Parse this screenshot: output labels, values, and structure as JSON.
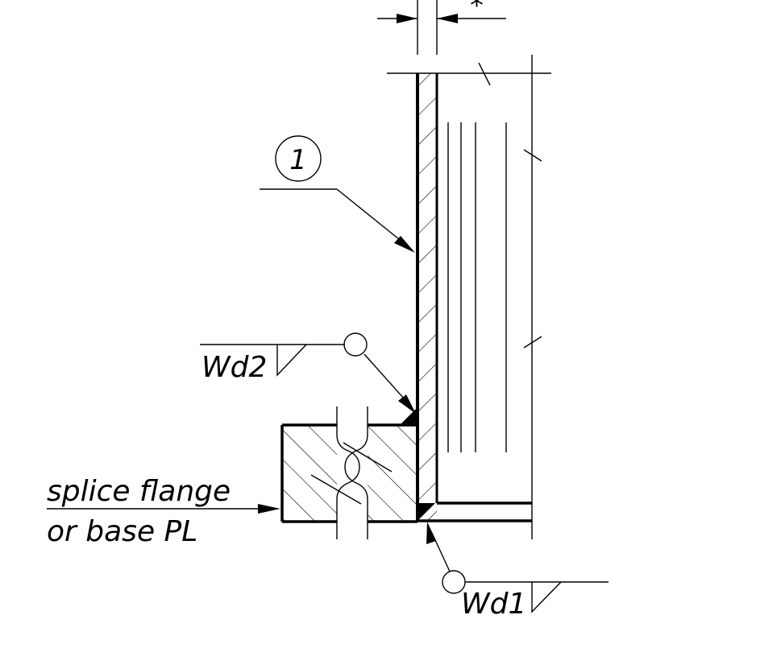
{
  "labels": {
    "dimension_mark": "*",
    "part_number": "1",
    "weld_2": "Wd2",
    "weld_1": "Wd1",
    "splice_line_1": "splice flange",
    "splice_line_2": "or base PL"
  },
  "colors": {
    "ink": "#000000",
    "paper": "#ffffff"
  }
}
